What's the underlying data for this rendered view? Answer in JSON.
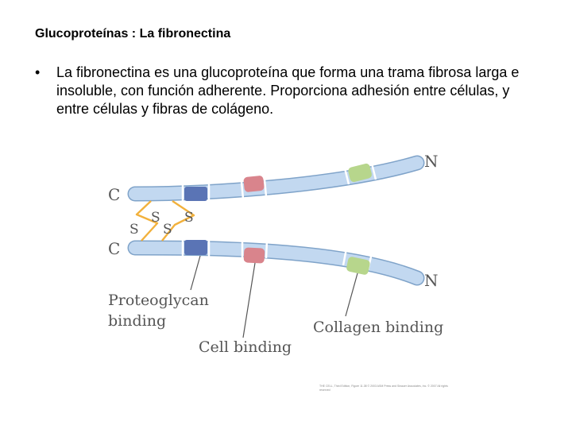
{
  "slide": {
    "title": "Glucoproteínas : La fibronectina",
    "bullet": "La fibronectina es una glucoproteína que forma una trama fibrosa larga e insoluble, con función adherente. Proporciona adhesión entre células, y entre células y fibras de colágeno."
  },
  "diagram": {
    "terminal_c": "C",
    "terminal_n": "N",
    "disulfide": "S",
    "labels": {
      "proteoglycan_line1": "Proteoglycan",
      "proteoglycan_line2": "binding",
      "cell": "Cell binding",
      "collagen": "Collagen binding"
    },
    "colors": {
      "strand": "#c2d8f0",
      "strand_outline": "#7fa3c9",
      "proteoglycan_domain": "#5a74b5",
      "cell_domain": "#d9848c",
      "collagen_domain": "#b7d68c",
      "disulfide_bond": "#f2b13c"
    },
    "credit": "THE CELL, Third Edition, Figure 11.38 © 2003 ASM Press and Sinauer Associates, Inc. © 2007 All rights reserved"
  }
}
